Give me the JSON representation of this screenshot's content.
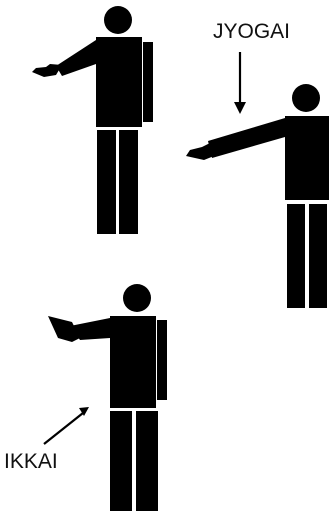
{
  "colors": {
    "ink": "#000000",
    "background": "#ffffff"
  },
  "labels": {
    "top": "JYOGAI",
    "bottom": "IKKAI"
  },
  "figures": [
    {
      "id": "figure-1",
      "pointing": "left"
    },
    {
      "id": "figure-2",
      "pointing": "left"
    },
    {
      "id": "figure-3",
      "pointing": "left"
    }
  ]
}
